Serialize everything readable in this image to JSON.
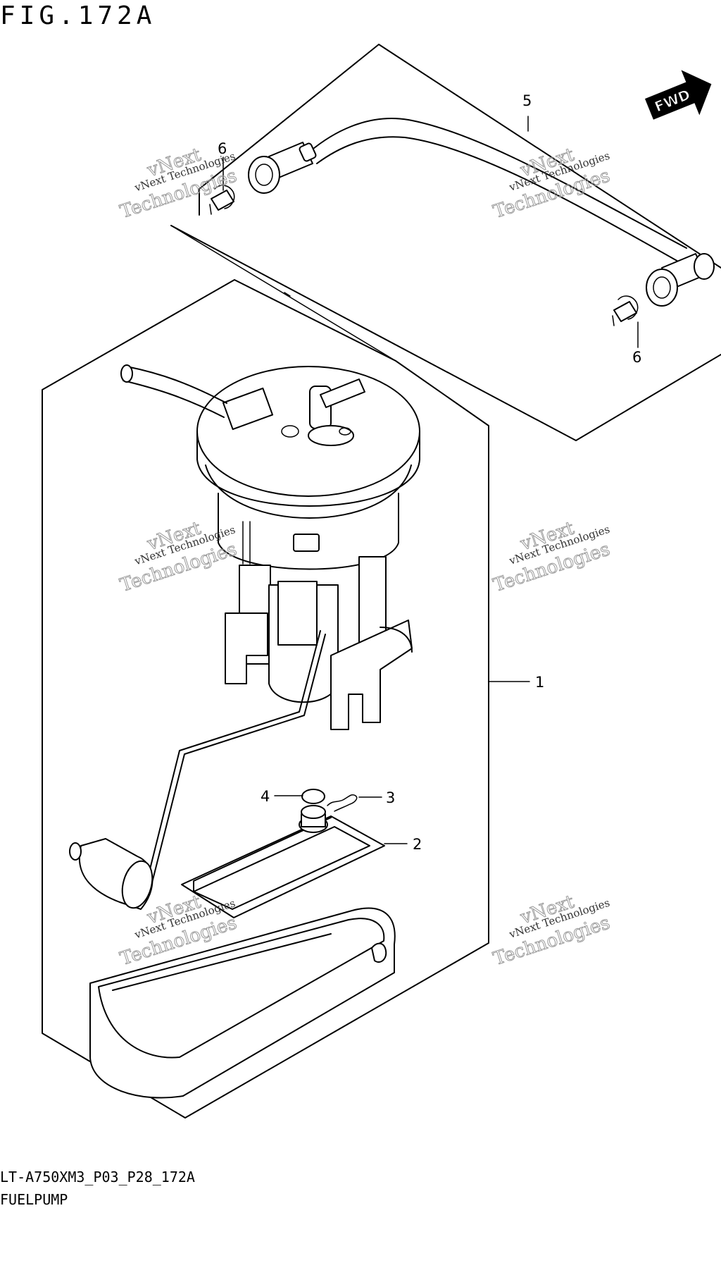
{
  "figure": {
    "title": "FIG.172A",
    "drawing_code": "LT-A750XM3_P03_P28_172A",
    "drawing_name": "FUELPUMP"
  },
  "callouts": {
    "c1": "1",
    "c2": "2",
    "c3": "3",
    "c4": "4",
    "c5": "5",
    "c6a": "6",
    "c6b": "6"
  },
  "fwd_label": "FWD",
  "watermark": {
    "line1": "vNext Technologies",
    "line2": "vNext",
    "line3": "Technologies"
  }
}
